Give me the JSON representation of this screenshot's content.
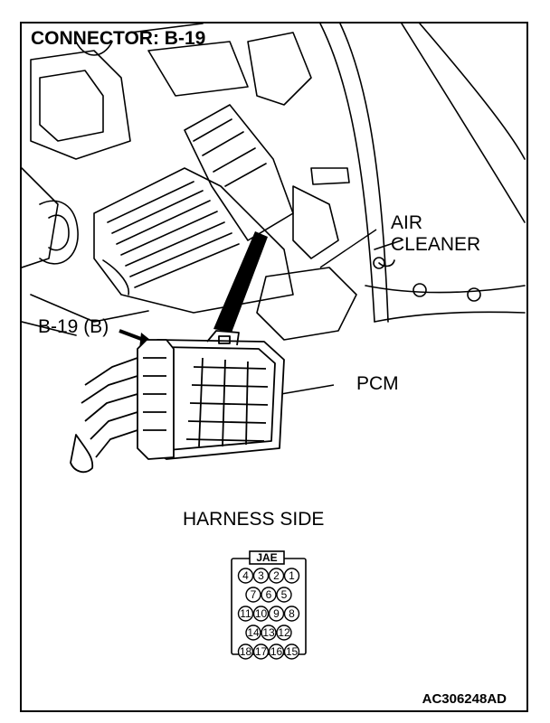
{
  "title": "CONNECTOR: B-19",
  "labels": {
    "air_cleaner_line1": "AIR",
    "air_cleaner_line2": "CLEANER",
    "connector_callout": "B-19 (B)",
    "pcm": "PCM",
    "harness_side": "HARNESS SIDE"
  },
  "connector": {
    "tag": "JAE",
    "rows": [
      [
        "4",
        "3",
        "2",
        "1"
      ],
      [
        "7",
        "6",
        "5"
      ],
      [
        "11",
        "10",
        "9",
        "8"
      ],
      [
        "14",
        "13",
        "12"
      ],
      [
        "18",
        "17",
        "16",
        "15"
      ]
    ]
  },
  "figure_code": "AC306248AD"
}
